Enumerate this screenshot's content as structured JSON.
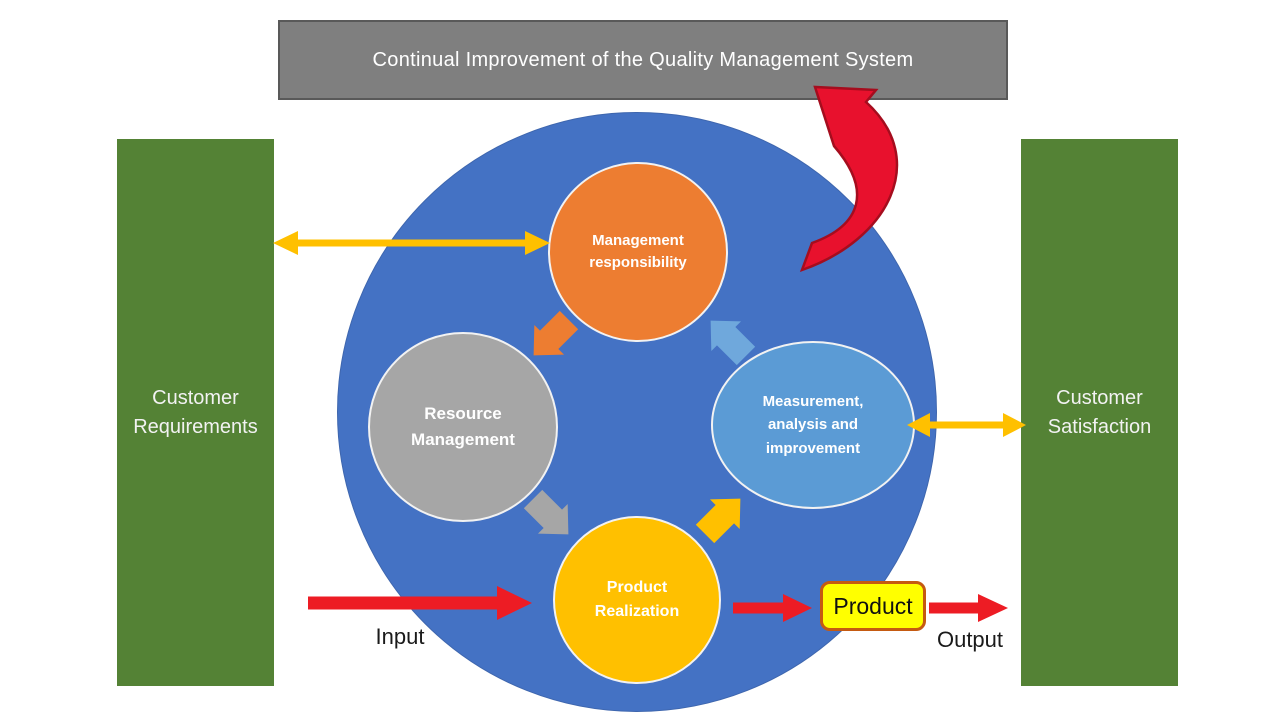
{
  "banner": {
    "label": "Continual Improvement of the Quality Management System"
  },
  "left_panel": {
    "label": "Customer Requirements"
  },
  "right_panel": {
    "label": "Customer Satisfaction"
  },
  "nodes": {
    "management": {
      "label": "Management responsibility",
      "color": "#ED7D31"
    },
    "resource": {
      "label": "Resource Management",
      "color": "#A6A6A6"
    },
    "product_realization": {
      "label": "Product Realization",
      "color": "#FFC000"
    },
    "measurement": {
      "label": "Measurement, analysis and improvement",
      "color": "#5B9BD5"
    }
  },
  "system_circle": {
    "color": "#4472C4"
  },
  "flow": {
    "input_label": "Input",
    "output_label": "Output",
    "product_label": "Product"
  },
  "colors": {
    "background": "#FFFFFF",
    "banner_fill": "#7F7F7F",
    "banner_border": "#595959",
    "panel_green": "#548235",
    "connector_gold": "#FFC000",
    "flow_red": "#ED1C24",
    "curved_red": "#E8112D",
    "curved_red_border": "#A50D1E",
    "cycle_orange": "#ED7D31",
    "cycle_gray": "#A6A6A6",
    "cycle_yellow": "#FFC000",
    "cycle_blue": "#6FA8DC",
    "product_box_fill": "#FFFF00",
    "product_box_border": "#C55A11"
  }
}
